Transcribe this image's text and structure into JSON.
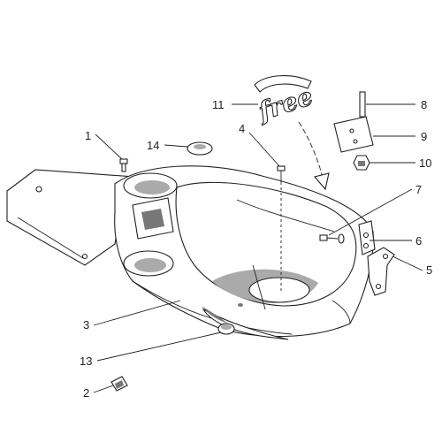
{
  "logo": {
    "text": "free"
  },
  "callouts": [
    {
      "label": "1",
      "part": "screw"
    },
    {
      "label": "2",
      "part": "clip"
    },
    {
      "label": "3",
      "part": "helmet-compartment"
    },
    {
      "label": "4",
      "part": "screw"
    },
    {
      "label": "5",
      "part": "bracket"
    },
    {
      "label": "6",
      "part": "screw"
    },
    {
      "label": "7",
      "part": "washer"
    },
    {
      "label": "8",
      "part": "pin"
    },
    {
      "label": "9",
      "part": "plate"
    },
    {
      "label": "10",
      "part": "nut"
    },
    {
      "label": "11",
      "part": "emblem"
    },
    {
      "label": "13",
      "part": "cap"
    },
    {
      "label": "14",
      "part": "grommet"
    }
  ],
  "colors": {
    "line": "#222222",
    "shade": "#777777",
    "background": "#ffffff"
  }
}
